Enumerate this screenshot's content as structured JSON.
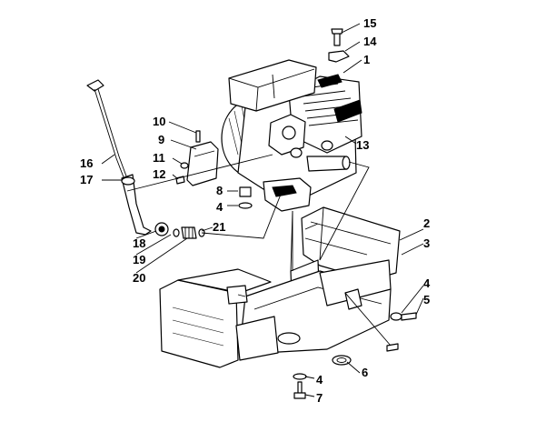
{
  "callouts": {
    "c1": "1",
    "c2": "2",
    "c3": "3",
    "c4a": "4",
    "c4b": "4",
    "c4c": "4",
    "c5": "5",
    "c6": "6",
    "c7": "7",
    "c8": "8",
    "c9": "9",
    "c10": "10",
    "c11": "11",
    "c12": "12",
    "c13": "13",
    "c14": "14",
    "c15": "15",
    "c16": "16",
    "c17": "17",
    "c18": "18",
    "c19": "19",
    "c20": "20",
    "c21": "21"
  }
}
